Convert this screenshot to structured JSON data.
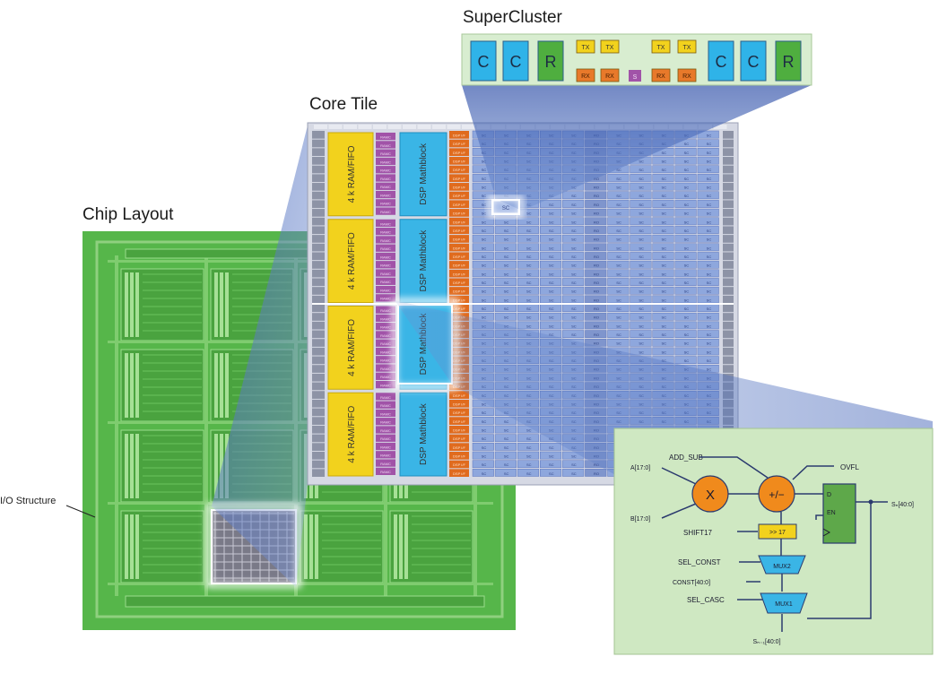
{
  "titles": {
    "chip_layout": "Chip Layout",
    "core_tile": "Core Tile",
    "supercluster": "SuperCluster",
    "io_structure": "I/O Structure"
  },
  "supercluster": {
    "left_blocks": [
      "C",
      "C",
      "R"
    ],
    "right_blocks": [
      "C",
      "C",
      "R"
    ],
    "tx_left": [
      "TX",
      "TX"
    ],
    "rx_left": [
      "RX",
      "RX"
    ],
    "s_label": "S",
    "tx_right": [
      "TX",
      "TX"
    ],
    "rx_right": [
      "RX",
      "RX"
    ]
  },
  "core_tile": {
    "ram_label": "4 k RAM/FIFO",
    "ramc_label": "RAMC",
    "dsp_label": "DSP Mathblock",
    "dspip_label": "DSP I/F",
    "sc_label": "SC",
    "ro_label": "RO"
  },
  "mathblock": {
    "add_sub": "ADD_SUB",
    "a_in": "A[17:0]",
    "b_in": "B[17:0]",
    "ovfl": "OVFL",
    "out": "Sₙ[40:0]",
    "mult_op": "X",
    "add_op": "+/−",
    "shift17": "SHIFT17",
    "shift_op": ">> 17",
    "sel_const": "SEL_CONST",
    "const_in": "CONST[40:0]",
    "sel_casc": "SEL_CASC",
    "casc_in": "Sₙ₋₁[40:0]",
    "mux2": "MUX2",
    "mux1": "MUX1",
    "reg_d": "D",
    "reg_en": "EN"
  },
  "colors": {
    "chip_green": "#56b64a",
    "core_blue": "#6f8fd0",
    "ram_yellow": "#f2d21d",
    "ramc_purple": "#a153a8",
    "dsp_cyan": "#3ab5e6",
    "dspif_orange": "#e06b1e",
    "math_bg": "#cfe8c2",
    "sc_bg": "#d8edd0",
    "op_orange": "#f08a1c",
    "reg_green": "#5ea84a"
  }
}
